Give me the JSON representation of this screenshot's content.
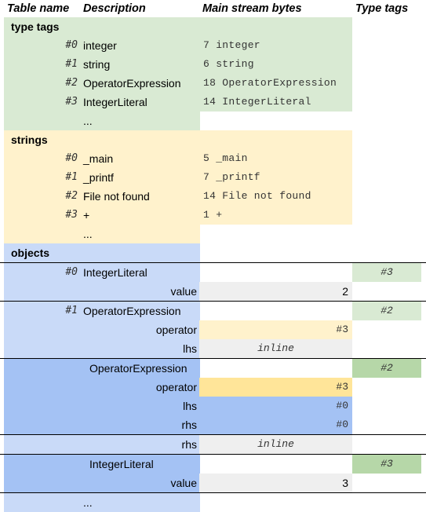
{
  "headers": {
    "table_name": "Table name",
    "description": "Description",
    "main_stream_bytes": "Main stream bytes",
    "type_tags": "Type tags"
  },
  "colors": {
    "green_light": "#d9ead3",
    "green_strong": "#b6d7a8",
    "yellow_light": "#fff2cc",
    "yellow_strong": "#ffe599",
    "blue_light": "#c9daf8",
    "blue_strong": "#a4c2f4",
    "gray_light": "#efefef"
  },
  "type_tags": {
    "heading": "type tags",
    "entries": [
      {
        "index": "#0",
        "name": "integer",
        "bytes": "7 integer"
      },
      {
        "index": "#1",
        "name": "string",
        "bytes": "6 string"
      },
      {
        "index": "#2",
        "name": "OperatorExpression",
        "bytes": "18 OperatorExpression"
      },
      {
        "index": "#3",
        "name": "IntegerLiteral",
        "bytes": "14 IntegerLiteral"
      }
    ],
    "ellipsis": "..."
  },
  "strings": {
    "heading": "strings",
    "entries": [
      {
        "index": "#0",
        "name": "_main",
        "bytes": "5 _main"
      },
      {
        "index": "#1",
        "name": "_printf",
        "bytes": "7 _printf"
      },
      {
        "index": "#2",
        "name": "File not found",
        "bytes": "14 File not found"
      },
      {
        "index": "#3",
        "name": "+",
        "bytes": "1 +"
      }
    ],
    "ellipsis": "..."
  },
  "objects": {
    "heading": "objects",
    "obj0": {
      "index": "#0",
      "name": "IntegerLiteral",
      "tag": "#3",
      "value_label": "value",
      "value": "2"
    },
    "obj1": {
      "index": "#1",
      "name": "OperatorExpression",
      "tag": "#2",
      "operator_label": "operator",
      "operator_value": "#3",
      "lhs_label": "lhs",
      "lhs_value": "inline",
      "inner_op": {
        "name": "OperatorExpression",
        "tag": "#2",
        "operator_label": "operator",
        "operator_value": "#3",
        "lhs_label": "lhs",
        "lhs_value": "#0",
        "rhs_label": "rhs",
        "rhs_value": "#0"
      },
      "rhs_label": "rhs",
      "rhs_value": "inline",
      "inner_lit": {
        "name": "IntegerLiteral",
        "tag": "#3",
        "value_label": "value",
        "value": "3"
      }
    },
    "ellipsis": "..."
  }
}
